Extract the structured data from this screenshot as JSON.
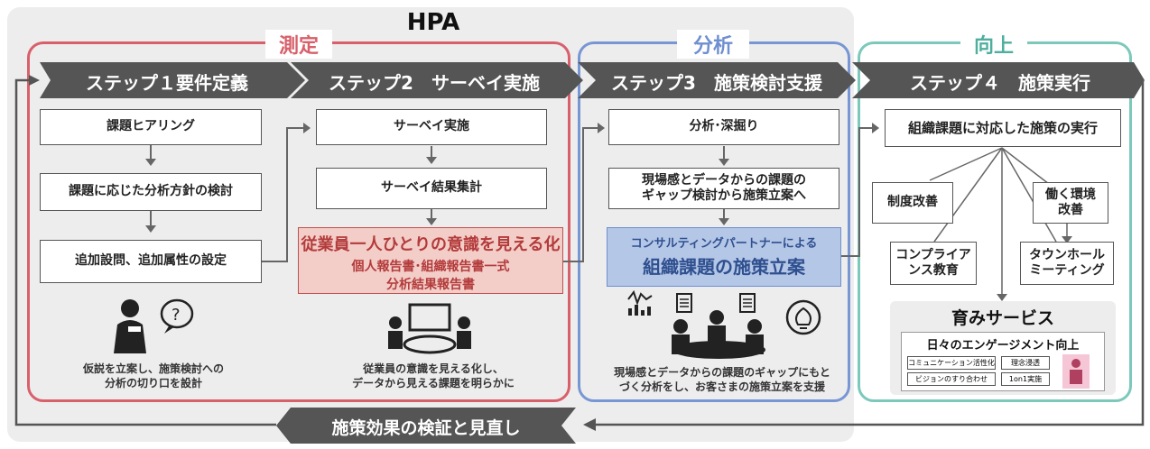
{
  "title": "HPA",
  "phases": [
    {
      "label": "測定",
      "color": "#d8606b"
    },
    {
      "label": "分析",
      "color": "#6f8fd0"
    },
    {
      "label": "向上",
      "color": "#6ec3b4"
    }
  ],
  "steps": [
    "ステップ１要件定義",
    "ステップ2　サーベイ実施",
    "ステップ3　施策検討支援",
    "ステップ４　施策実行"
  ],
  "step1": {
    "boxes": [
      "課題ヒアリング",
      "課題に応じた分析方針の検討",
      "追加設問、追加属性の設定"
    ],
    "caption_line1": "仮説を立案し、施策検討への",
    "caption_line2": "分析の切り口を設計"
  },
  "step2": {
    "boxes": [
      "サーベイ実施",
      "サーベイ結果集計"
    ],
    "highlight_title": "従業員一人ひとりの意識を見える化",
    "highlight_line1": "個人報告書･組織報告書一式",
    "highlight_line2": "分析結果報告書",
    "caption_line1": "従業員の意識を見える化し、",
    "caption_line2": "データから見える課題を明らかに"
  },
  "step3": {
    "boxes": [
      "分析･深掘り"
    ],
    "box2_line1": "現場感とデータからの課題の",
    "box2_line2": "ギャップ検討から施策立案へ",
    "highlight_sub": "コンサルティングパートナーによる",
    "highlight_title": "組織課題の施策立案",
    "caption_line1": "現場感とデータからの課題のギャップにもと",
    "caption_line2": "づく分析をし、お客さまの施策立案を支援"
  },
  "step4": {
    "main": "組織課題に対応した施策の実行",
    "seido": "制度改善",
    "hataraku_line1": "働く環境",
    "hataraku_line2": "改善",
    "comp_line1": "コンプライア",
    "comp_line2": "ンス教育",
    "town_line1": "タウンホール",
    "town_line2": "ミーティング",
    "service_title": "育みサービス",
    "service_sub": "日々のエンゲージメント向上",
    "tags": [
      "コミュニケーション活性化",
      "理念浸透",
      "ビジョンのすり合わせ",
      "1on1実施"
    ]
  },
  "loop": "施策効果の検証と見直し",
  "colors": {
    "step_bg": "#555555",
    "highlight_red_bg": "#f3cdc8",
    "highlight_red_border": "#c0504d",
    "highlight_blue_bg": "#b4c7e7",
    "highlight_blue_border": "#6f8fd0"
  },
  "icons": [
    "thinking-person-icon",
    "meeting-table-icon",
    "analysis-meeting-icon",
    "lightbulb-icon",
    "chart-icon",
    "document-icon",
    "person-badge-icon"
  ]
}
